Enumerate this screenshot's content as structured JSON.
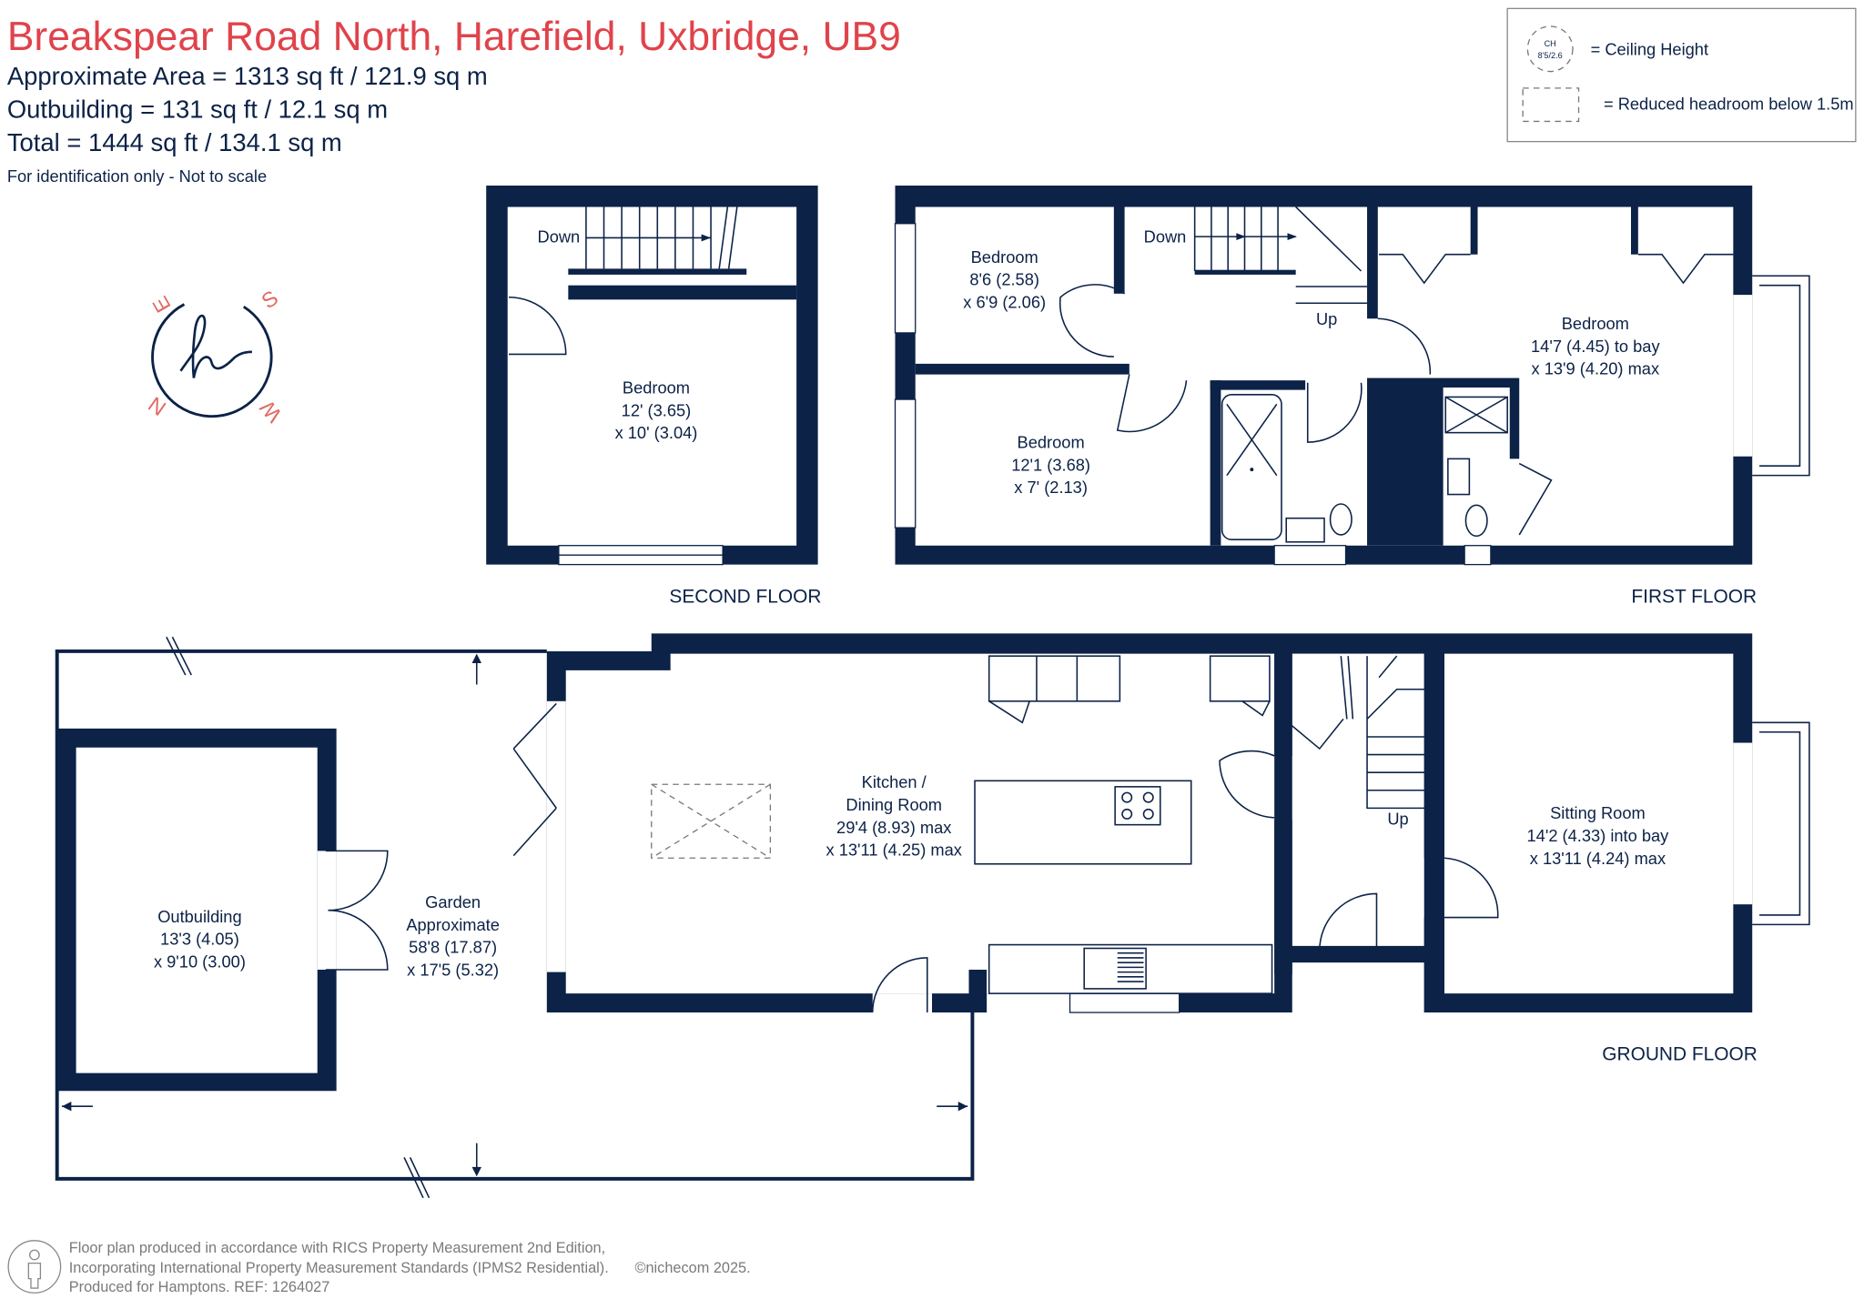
{
  "header": {
    "title": "Breakspear Road North, Harefield, Uxbridge, UB9",
    "area": "Approximate Area = 1313 sq ft / 121.9 sq m",
    "outbuilding": "Outbuilding = 131 sq ft / 12.1 sq m",
    "total": "Total = 1444 sq ft / 134.1 sq m",
    "disclaimer": "For identification only - Not to scale"
  },
  "legend": {
    "ch_abbr": "CH",
    "ch_sample": "8'5/2.6",
    "ceiling_height": "= Ceiling Height",
    "reduced_headroom": "= Reduced headroom below 1.5m"
  },
  "compass": {
    "s": "S",
    "e": "E",
    "n": "N",
    "w": "W"
  },
  "second_floor": {
    "label": "SECOND FLOOR",
    "down": "Down",
    "bedroom": {
      "name": "Bedroom",
      "dim1": "12' (3.65)",
      "dim2": "x 10' (3.04)"
    }
  },
  "first_floor": {
    "label": "FIRST FLOOR",
    "down": "Down",
    "up": "Up",
    "bedroom1": {
      "name": "Bedroom",
      "dim1": "8'6 (2.58)",
      "dim2": "x 6'9 (2.06)"
    },
    "bedroom2": {
      "name": "Bedroom",
      "dim1": "12'1 (3.68)",
      "dim2": "x 7' (2.13)"
    },
    "bedroom3": {
      "name": "Bedroom",
      "dim1": "14'7 (4.45) to bay",
      "dim2": "x 13'9 (4.20) max"
    }
  },
  "ground_floor": {
    "label": "GROUND FLOOR",
    "up": "Up",
    "kitchen": {
      "name1": "Kitchen /",
      "name2": "Dining Room",
      "dim1": "29'4 (8.93) max",
      "dim2": "x 13'11 (4.25) max"
    },
    "sitting": {
      "name": "Sitting Room",
      "dim1": "14'2 (4.33) into bay",
      "dim2": "x 13'11 (4.24) max"
    },
    "garden": {
      "name1": "Garden",
      "name2": "Approximate",
      "dim1": "58'8 (17.87)",
      "dim2": "x 17'5 (5.32)"
    },
    "outbuilding": {
      "name": "Outbuilding",
      "dim1": "13'3 (4.05)",
      "dim2": "x 9'10 (3.00)"
    }
  },
  "footer": {
    "line1": "Floor plan produced in accordance with RICS Property Measurement 2nd Edition,",
    "line2": "Incorporating International Property Measurement Standards (IPMS2 Residential).",
    "copyright": "©nichecom 2025.",
    "line3": "Produced for Hamptons.  REF:  1264027"
  },
  "colors": {
    "title": "#e0434b",
    "walls": "#0c2247"
  }
}
